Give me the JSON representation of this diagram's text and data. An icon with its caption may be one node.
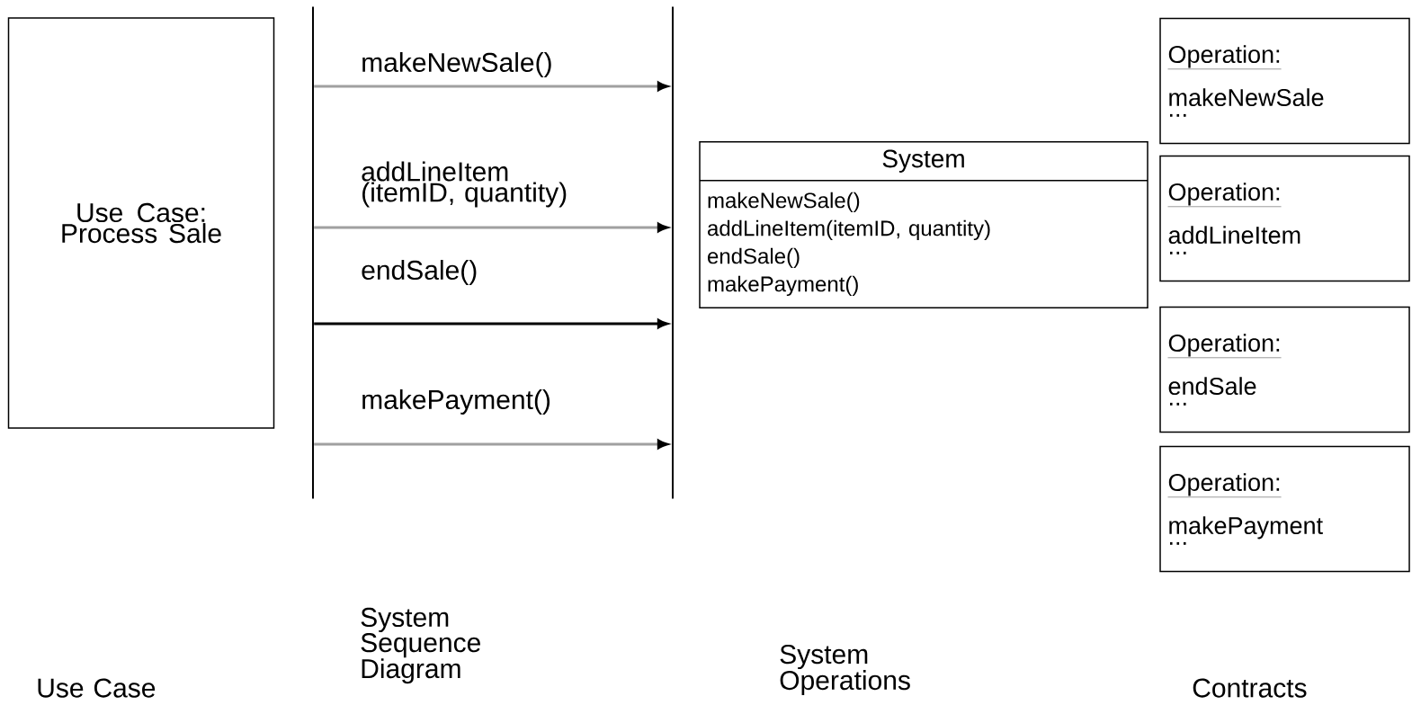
{
  "diagram": {
    "nodes": [
      {
        "text": [
          "Use Case: Process Sale"
        ]
      },
      {
        "text": [],
        "shape": "bar"
      },
      {
        "text": [],
        "shape": "bar"
      },
      {
        "text": [
          "System",
          "makeNewSale()",
          "addLineItem(itemID, quantity)",
          "endSale()",
          "makePayment()"
        ]
      },
      {
        "text": [
          "Operation:",
          "makeNewSale",
          "..."
        ]
      },
      {
        "text": [
          "Operation:",
          "addLineItem",
          "..."
        ]
      },
      {
        "text": [
          "Operation:",
          "endSale",
          "..."
        ]
      },
      {
        "text": [
          "Operation:",
          "makePayment",
          "..."
        ]
      }
    ],
    "edges": [
      {
        "from": 1,
        "to": 2,
        "arrow": "to",
        "label": "makeNewSale()"
      },
      {
        "from": 1,
        "to": 2,
        "arrow": "to",
        "label": "addLineItem (itemID, quantity)"
      },
      {
        "from": 1,
        "to": 2,
        "arrow": "to",
        "label": "endSale()",
        "color": "#000000"
      },
      {
        "from": 1,
        "to": 2,
        "arrow": "to",
        "label": "makePayment()"
      }
    ],
    "labels": [
      "System Sequence Diagram",
      "Use Case",
      "System Operations",
      "Contracts"
    ]
  }
}
